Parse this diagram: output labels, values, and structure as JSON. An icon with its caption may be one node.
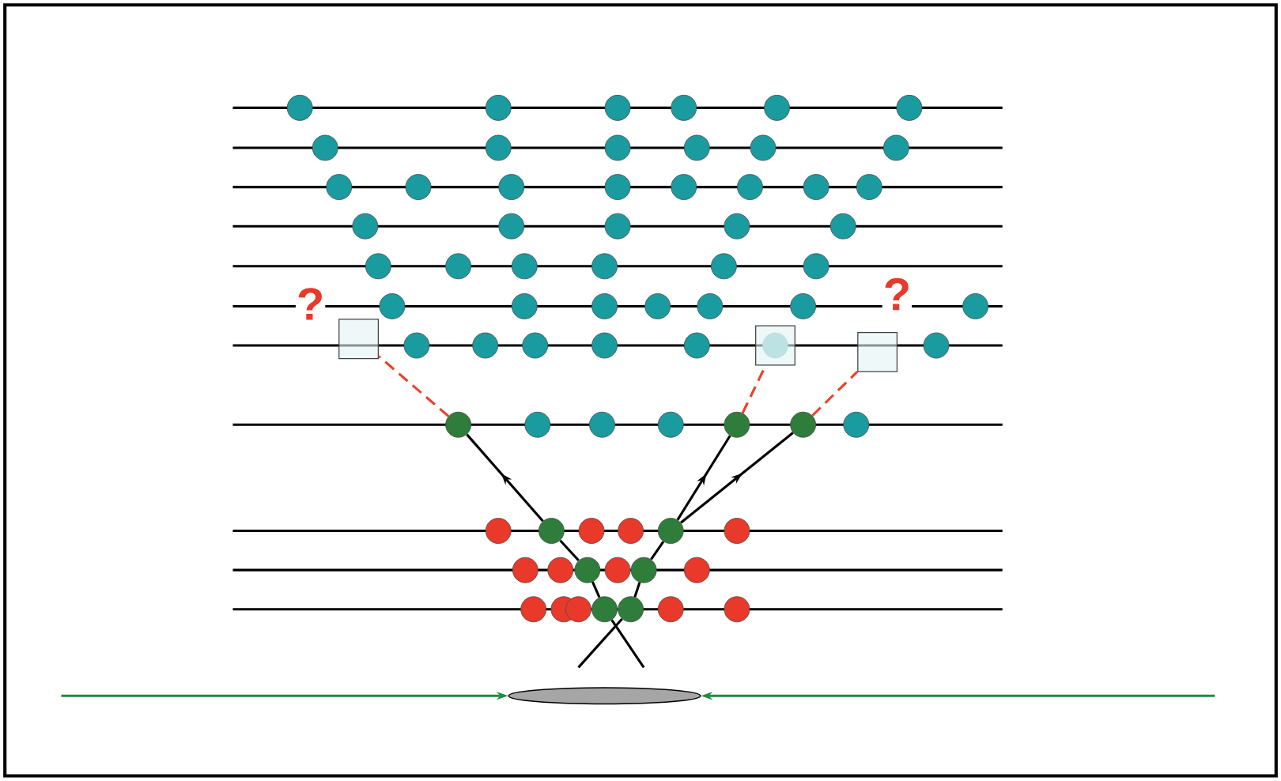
{
  "diagram": {
    "nodes": [
      {
        "text": [],
        "shape": "box"
      },
      {
        "text": [],
        "shape": "box"
      },
      {
        "text": [],
        "shape": "box"
      },
      {
        "text": [],
        "shape": "circle"
      },
      {
        "text": [],
        "shape": "circle"
      },
      {
        "text": [],
        "shape": "circle"
      },
      {
        "text": [],
        "shape": "circle"
      },
      {
        "text": [],
        "shape": "circle"
      },
      {
        "text": [],
        "shape": "circle"
      },
      {
        "text": [],
        "shape": "circle"
      },
      {
        "text": [],
        "shape": "circle"
      },
      {
        "text": [],
        "shape": "circle"
      },
      {
        "text": [],
        "shape": "ellipse"
      }
    ],
    "edges": [
      {
        "from": 3,
        "to": 0,
        "arrow": "none",
        "style": "dashed",
        "color": "#e8432a"
      },
      {
        "from": 4,
        "to": 1,
        "arrow": "none",
        "style": "dashed",
        "color": "#e8432a"
      },
      {
        "from": 5,
        "to": 2,
        "arrow": "none",
        "style": "dashed",
        "color": "#e8432a"
      },
      {
        "from": 12,
        "to": 10,
        "arrow": "none"
      },
      {
        "from": 10,
        "to": 8,
        "arrow": "none"
      },
      {
        "from": 8,
        "to": 6,
        "arrow": "none"
      },
      {
        "from": 6,
        "to": 3,
        "arrow": "to"
      },
      {
        "from": 12,
        "to": 11,
        "arrow": "none"
      },
      {
        "from": 11,
        "to": 9,
        "arrow": "none"
      },
      {
        "from": 9,
        "to": 7,
        "arrow": "none"
      },
      {
        "from": 7,
        "to": 4,
        "arrow": "to"
      },
      {
        "from": 7,
        "to": 5,
        "arrow": "to"
      },
      {
        "from": null,
        "to": 12,
        "arrow": "to",
        "color": "#1e8c3c"
      },
      {
        "from": null,
        "to": 12,
        "arrow": "to",
        "color": "#1e8c3c"
      }
    ],
    "labels": [
      "?",
      "?"
    ]
  }
}
